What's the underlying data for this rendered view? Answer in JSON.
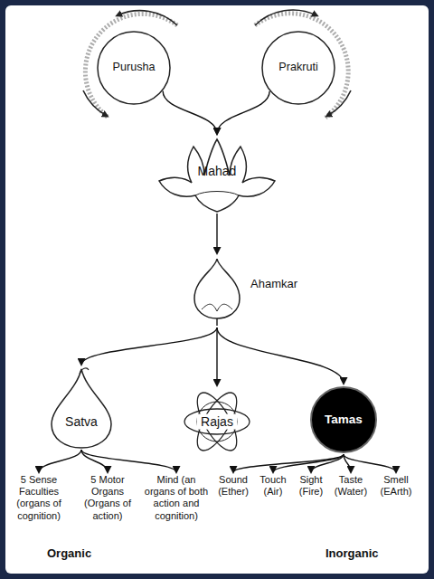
{
  "diagram": {
    "nodes": [
      {
        "text": [
          "Purusha"
        ]
      },
      {
        "text": [
          "Prakruti"
        ]
      },
      {
        "text": [
          "Mahad"
        ]
      },
      {
        "text": [
          "Ahamkar"
        ]
      },
      {
        "text": [
          "Satva"
        ]
      },
      {
        "text": [
          "Rajas"
        ]
      },
      {
        "text": [
          "Tamas"
        ]
      },
      {
        "text": [
          "5 Sense Faculties (organs of cognition)"
        ]
      },
      {
        "text": [
          "5 Motor Organs (Organs of action)"
        ]
      },
      {
        "text": [
          "Mind (an organs of both action and cognition)"
        ]
      },
      {
        "text": [
          "Sound (Ether)"
        ]
      },
      {
        "text": [
          "Touch (Air)"
        ]
      },
      {
        "text": [
          "Sight (Fire)"
        ]
      },
      {
        "text": [
          "Taste (Water)"
        ]
      },
      {
        "text": [
          "Smell (EArth)"
        ]
      }
    ],
    "edges": [
      {
        "from": 0,
        "to": 2,
        "arrow": "to"
      },
      {
        "from": 1,
        "to": 2,
        "arrow": "to"
      },
      {
        "from": 2,
        "to": 3,
        "arrow": "to"
      },
      {
        "from": 3,
        "to": 4,
        "arrow": "to"
      },
      {
        "from": 3,
        "to": 5,
        "arrow": "to"
      },
      {
        "from": 3,
        "to": 6,
        "arrow": "to"
      },
      {
        "from": 4,
        "to": 7,
        "arrow": "to"
      },
      {
        "from": 4,
        "to": 8,
        "arrow": "to"
      },
      {
        "from": 4,
        "to": 9,
        "arrow": "to"
      },
      {
        "from": 6,
        "to": 10,
        "arrow": "to"
      },
      {
        "from": 6,
        "to": 11,
        "arrow": "to"
      },
      {
        "from": 6,
        "to": 12,
        "arrow": "to"
      },
      {
        "from": 6,
        "to": 13,
        "arrow": "to"
      },
      {
        "from": 6,
        "to": 14,
        "arrow": "to"
      }
    ],
    "labels": [
      "Organic",
      "Inorganic"
    ]
  }
}
